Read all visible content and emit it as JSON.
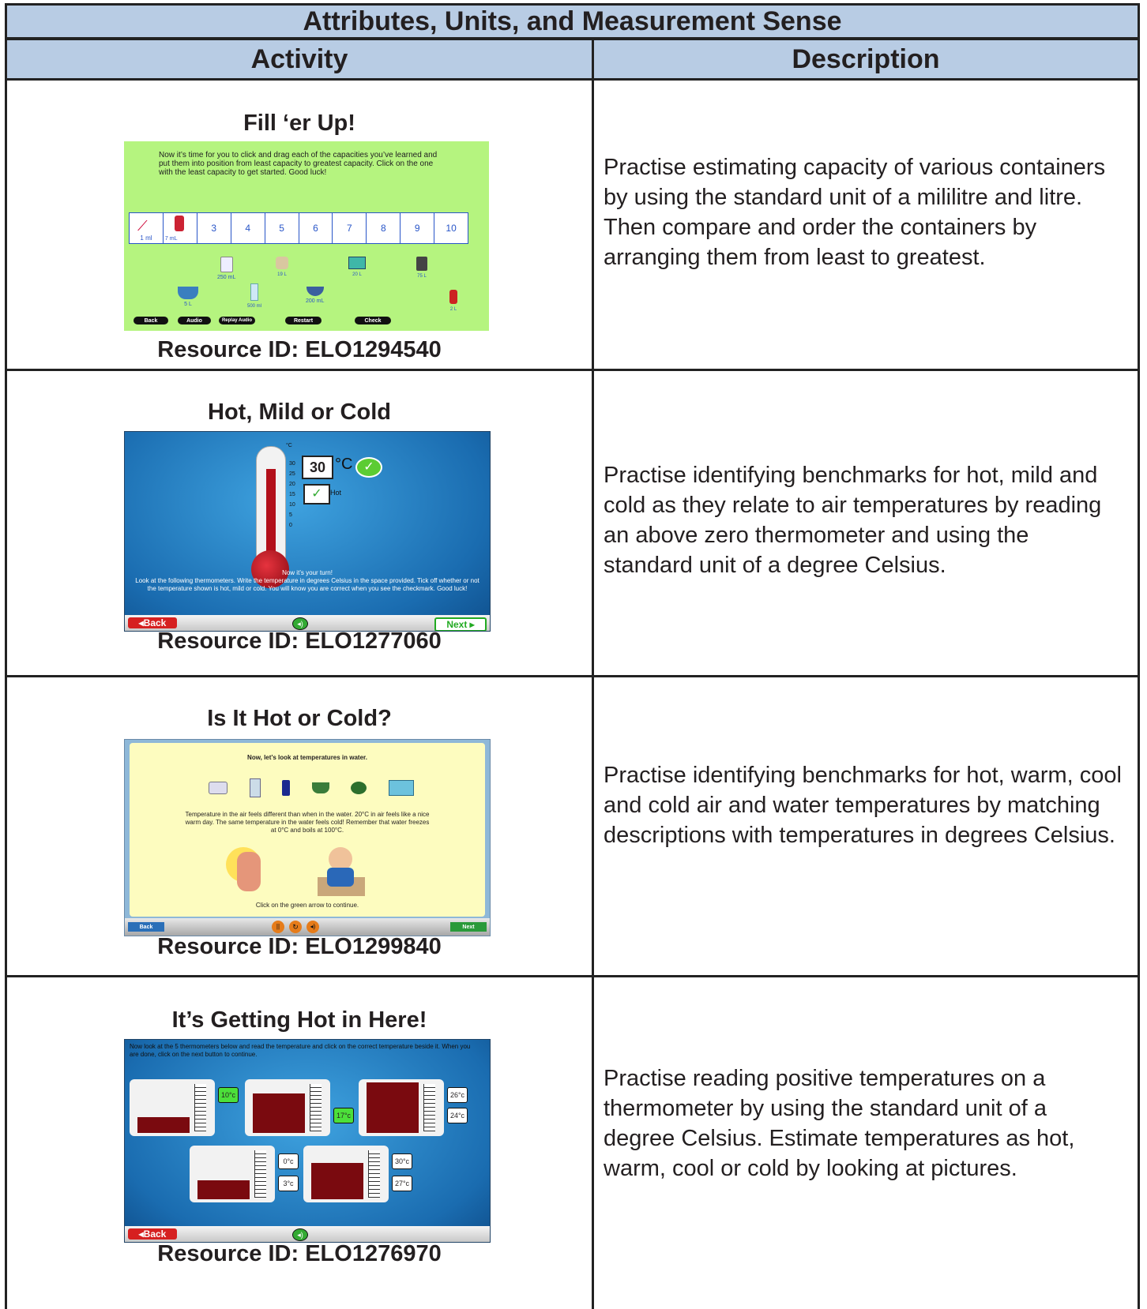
{
  "table": {
    "title": "Attributes, Units, and Measurement Sense",
    "col_activity": "Activity",
    "col_description": "Description"
  },
  "rows": [
    {
      "title": "Fill ‘er Up!",
      "resource": "Resource ID: ELO1294540",
      "description": "Practise estimating capacity of various containers by using the standard unit of a mililitre and litre. Then compare and order the containers by arranging them from least to greatest.",
      "shot": {
        "instructions": "Now it’s time for you to click and drag each of the capacities you’ve learned and put them into position from least capacity to greatest capacity. Click on the one with the least capacity to get started. Good luck!",
        "slots": [
          "1 ml",
          "7 mL",
          "3",
          "4",
          "5",
          "6",
          "7",
          "8",
          "9",
          "10"
        ],
        "items": [
          "250 mL",
          "19 L",
          "20 L",
          "75 L",
          "5 L",
          "500 ml",
          "200 mL",
          "2 L"
        ],
        "buttons": [
          "Back",
          "Audio",
          "Replay Audio",
          "Restart",
          "Check"
        ]
      }
    },
    {
      "title": "Hot, Mild or Cold",
      "resource": "Resource ID: ELO1277060",
      "description": "Practise identifying benchmarks for hot, mild and cold as they relate to air temperatures by reading an above zero thermometer and using the standard unit of a degree Celsius.",
      "shot": {
        "unit_top": "°C",
        "scale": [
          "30",
          "25",
          "20",
          "15",
          "10",
          "5",
          "0"
        ],
        "reading": "30",
        "reading_unit": "°C",
        "label": "Hot",
        "instructions_1": "Now it’s your turn!",
        "instructions_2": "Look at the following thermometers. Write the temperature in degrees Celsius in the space provided. Tick off whether or not the temperature shown is hot, mild or cold. You will know you are correct when you see the checkmark. Good luck!",
        "back": "Back",
        "next": "Next"
      }
    },
    {
      "title": "Is It Hot or Cold?",
      "resource": "Resource ID: ELO1299840",
      "description": "Practise identifying benchmarks for hot, warm, cool and cold air and water temperatures by matching descriptions with temperatures in degrees Celsius.",
      "shot": {
        "heading": "Now, let’s look at temperatures in water.",
        "body": "Temperature in the air feels different than when in the water. 20°C in air feels like a nice warm day. The same temperature in the water feels cold! Remember that water freezes at 0°C and boils at 100°C.",
        "footer": "Click on the green arrow to continue.",
        "back": "Back",
        "next": "Next"
      }
    },
    {
      "title": "It’s Getting Hot in Here!",
      "resource": "Resource ID: ELO1276970",
      "description": "Practise reading positive temperatures on a thermometer by using the standard unit of a degree Celsius. Estimate temperatures as hot, warm, cool or cold by looking at pictures.",
      "shot": {
        "instructions": "Now look at the 5 thermometers below and read the temperature and click on the correct temperature beside it. When you are done, click on the next button to continue.",
        "choices": [
          "10°c",
          "17°c",
          "26°c",
          "24°c",
          "0°c",
          "3°c",
          "30°c",
          "27°c"
        ],
        "back": "Back"
      }
    }
  ]
}
